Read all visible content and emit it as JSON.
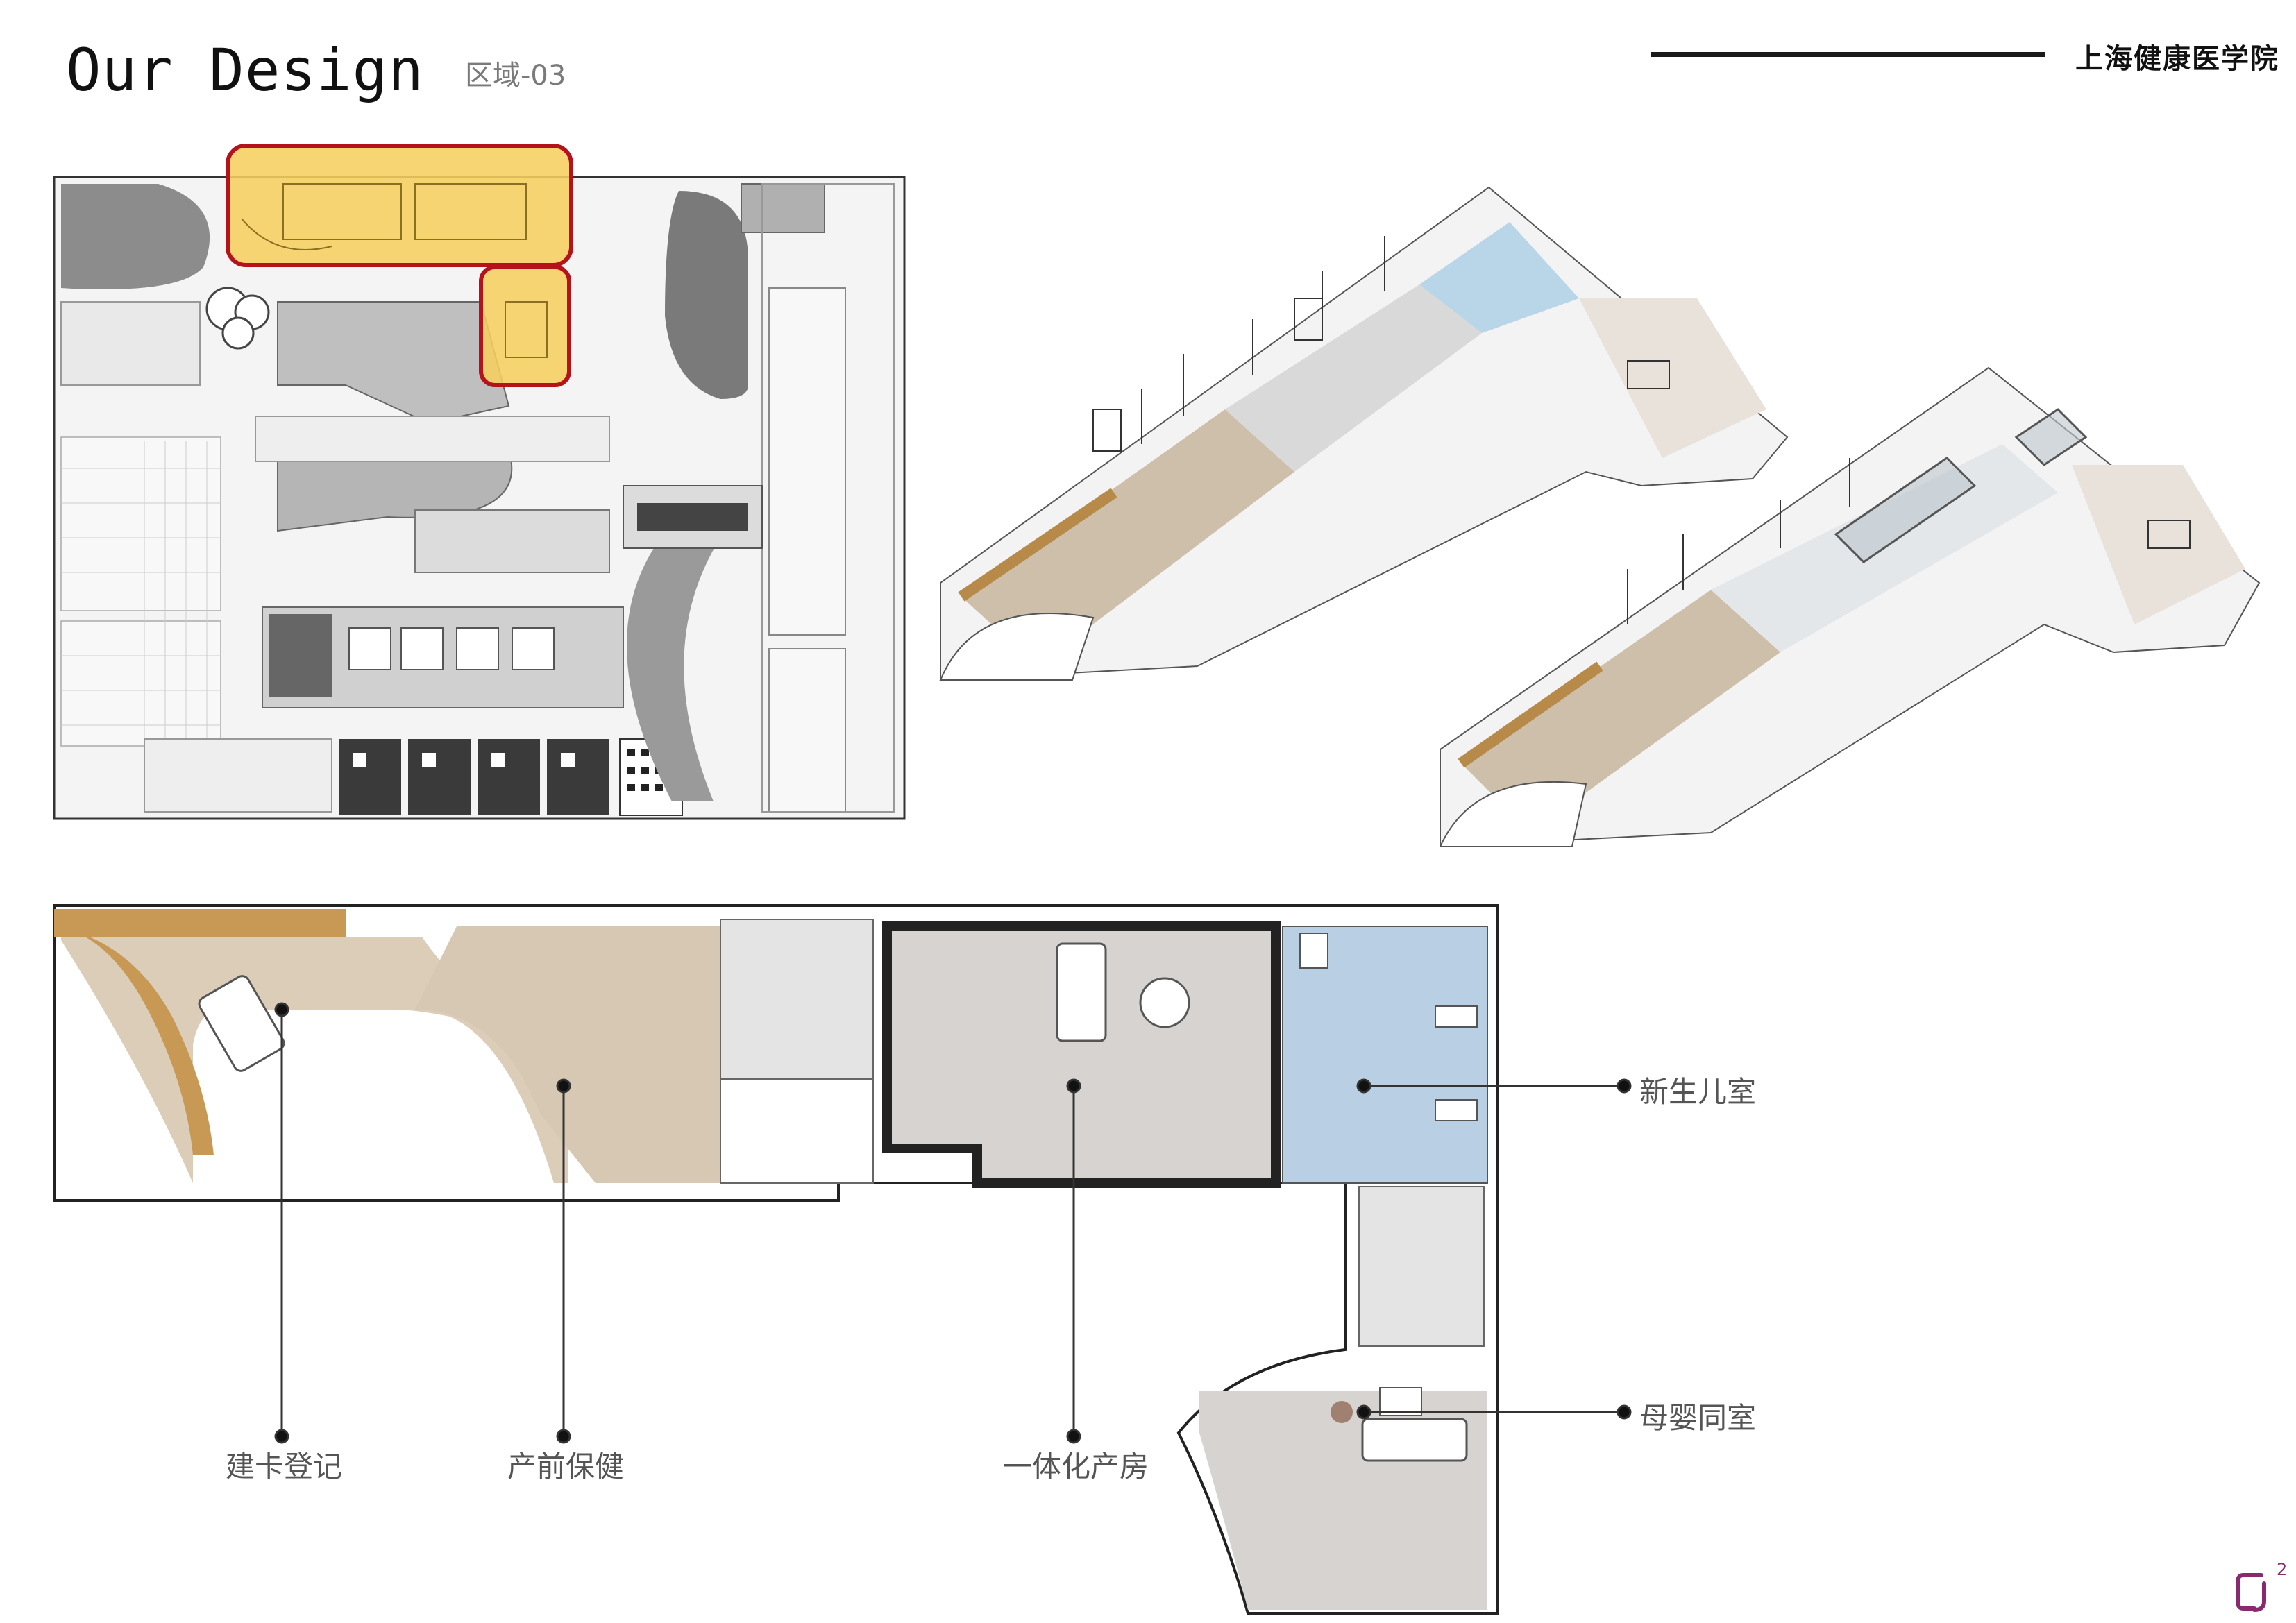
{
  "header": {
    "title": "Our Design",
    "subtitle": "区域-03",
    "org_name": "上海健康医学院"
  },
  "callouts": [
    {
      "id": "newborn",
      "label": "新生儿室"
    },
    {
      "id": "rooming",
      "label": "母婴同室"
    },
    {
      "id": "registration",
      "label": "建卡登记"
    },
    {
      "id": "prenatal",
      "label": "产前保健"
    },
    {
      "id": "ldr",
      "label": "一体化产房"
    }
  ],
  "logo": {
    "superscript": "2"
  },
  "colors": {
    "highlight_fill": "#f5cf5f",
    "highlight_border": "#b5121b",
    "floor_wood": "#d9cbb8",
    "floor_grey": "#d8d5d2",
    "floor_blue": "#b9cfe3",
    "wall": "#222222",
    "logo_purple": "#8a2a6e"
  }
}
